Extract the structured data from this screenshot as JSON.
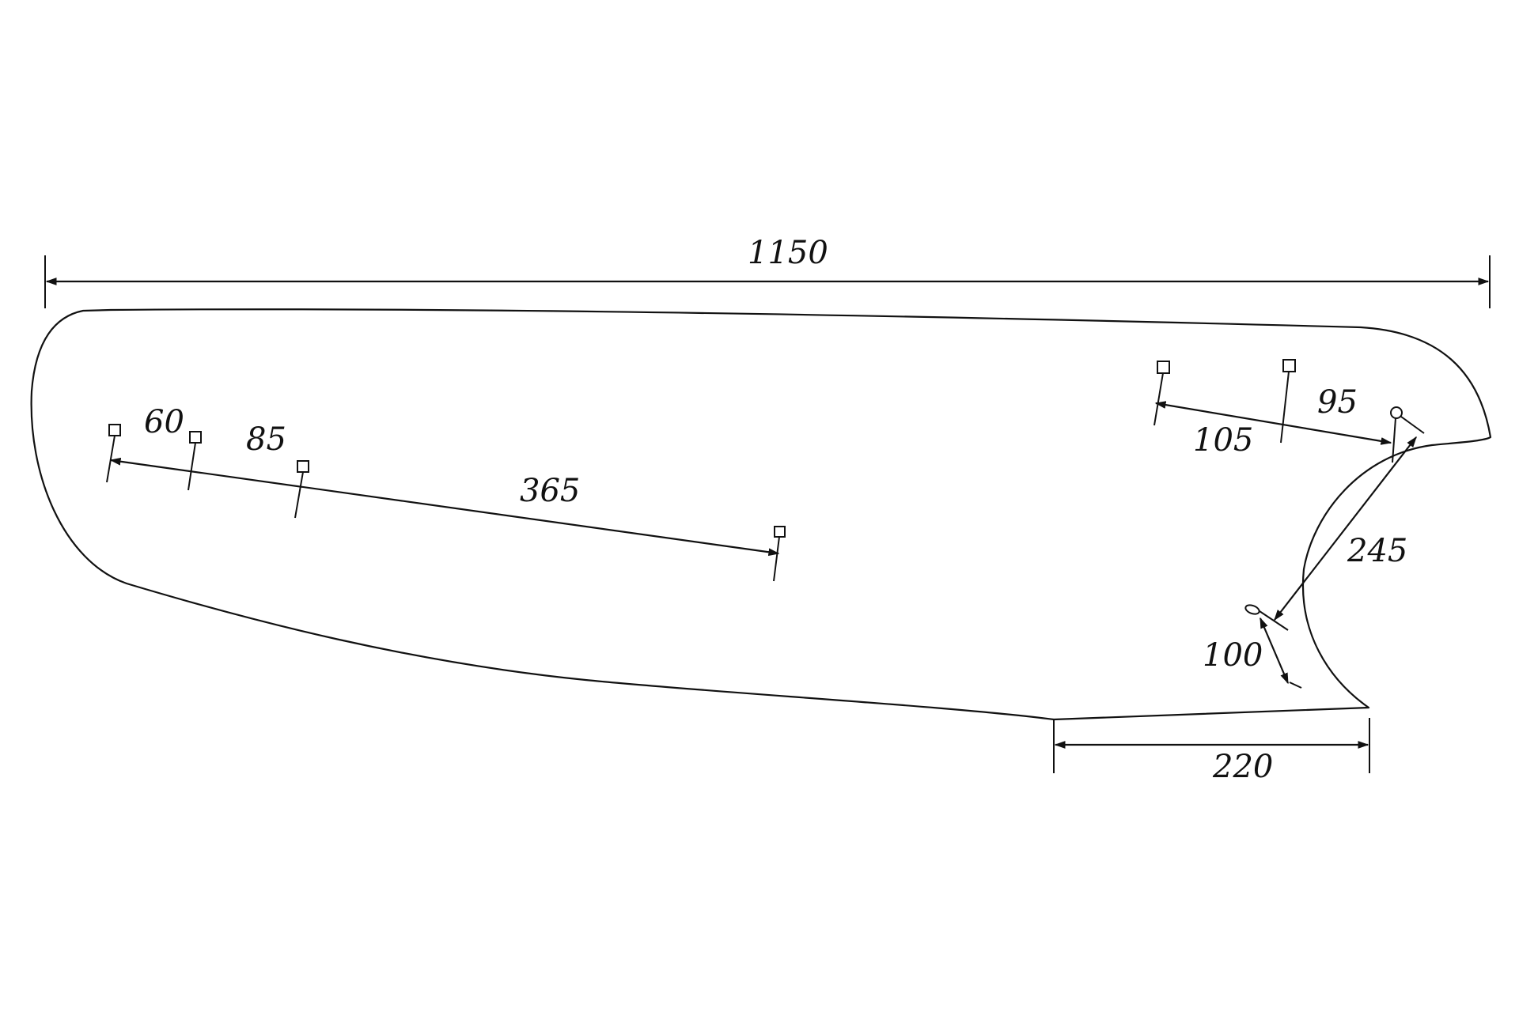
{
  "dimensions": {
    "overall_length": "1150",
    "front_offset_a": "60",
    "front_offset_b": "85",
    "front_span": "365",
    "rear_span_top": "105",
    "rear_offset_top": "95",
    "rear_diagonal": "245",
    "rear_short": "100",
    "tail_width": "220"
  },
  "colors": {
    "line": "#111111",
    "background": "#ffffff"
  }
}
